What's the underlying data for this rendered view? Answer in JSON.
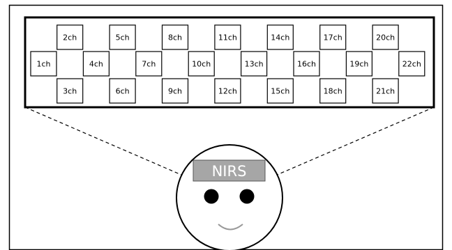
{
  "channels": [
    {
      "label": "1ch",
      "col": 0,
      "row": "mid"
    },
    {
      "label": "2ch",
      "col": 1,
      "row": "top"
    },
    {
      "label": "3ch",
      "col": 1,
      "row": "bottom"
    },
    {
      "label": "4ch",
      "col": 2,
      "row": "mid"
    },
    {
      "label": "5ch",
      "col": 3,
      "row": "top"
    },
    {
      "label": "6ch",
      "col": 3,
      "row": "bottom"
    },
    {
      "label": "7ch",
      "col": 4,
      "row": "mid"
    },
    {
      "label": "8ch",
      "col": 5,
      "row": "top"
    },
    {
      "label": "9ch",
      "col": 5,
      "row": "bottom"
    },
    {
      "label": "10ch",
      "col": 6,
      "row": "mid"
    },
    {
      "label": "11ch",
      "col": 7,
      "row": "top"
    },
    {
      "label": "12ch",
      "col": 7,
      "row": "bottom"
    },
    {
      "label": "13ch",
      "col": 8,
      "row": "mid"
    },
    {
      "label": "14ch",
      "col": 9,
      "row": "top"
    },
    {
      "label": "15ch",
      "col": 9,
      "row": "bottom"
    },
    {
      "label": "16ch",
      "col": 10,
      "row": "mid"
    },
    {
      "label": "17ch",
      "col": 11,
      "row": "top"
    },
    {
      "label": "18ch",
      "col": 11,
      "row": "bottom"
    },
    {
      "label": "19ch",
      "col": 12,
      "row": "mid"
    },
    {
      "label": "20ch",
      "col": 13,
      "row": "top"
    },
    {
      "label": "21ch",
      "col": 13,
      "row": "bottom"
    },
    {
      "label": "22ch",
      "col": 14,
      "row": "mid"
    }
  ],
  "probe": {
    "label": "NIRS",
    "color": "#a6a6a6",
    "text_color": "#ffffff"
  },
  "colors": {
    "line": "#000000",
    "background": "#ffffff"
  }
}
